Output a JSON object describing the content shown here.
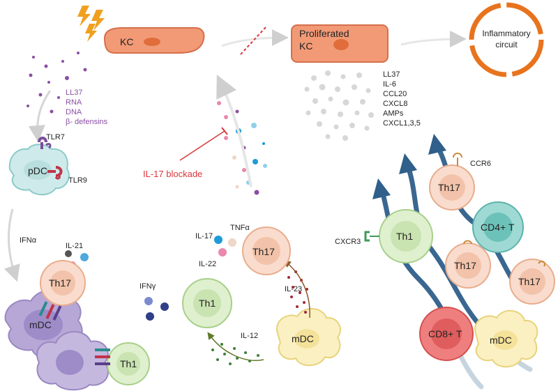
{
  "keratinocytes": {
    "kc_label": "KC",
    "proliferated_label_line1": "Proliferated",
    "proliferated_label_line2": "KC"
  },
  "inflammatory_circuit": {
    "label_line1": "Inflammatory",
    "label_line2": "circuit",
    "color": "#e8731e"
  },
  "kc_products": [
    "LL37",
    "IL-6",
    "CCL20",
    "CXCL8",
    "AMPs",
    "CXCL1,3,5"
  ],
  "released_factors": {
    "items": [
      "LL37",
      "RNA",
      "DNA",
      "β- defensins"
    ],
    "color": "#8a4fa3"
  },
  "pdc": {
    "label": "pDC",
    "receptors": [
      "TLR7",
      "TLR9"
    ]
  },
  "ifn_alpha": "IFNα",
  "il21": "IL-21",
  "il17_blockade": {
    "label": "IL-17 blockade",
    "color": "#d9373a"
  },
  "cytokines_near_th17": {
    "il17": "IL-17",
    "tnfa": "TNFα",
    "il22": "IL-22"
  },
  "ifn_gamma": "IFNγ",
  "il23": "IL-23",
  "il12": "IL-12",
  "cells": {
    "th17": "Th17",
    "th1": "Th1",
    "mdc": "mDC",
    "cd4": "CD4+ T",
    "cd8": "CD8+ T"
  },
  "chemokine_receptors": {
    "ccr6": "CCR6",
    "cxcr3": "CXCR3"
  }
}
